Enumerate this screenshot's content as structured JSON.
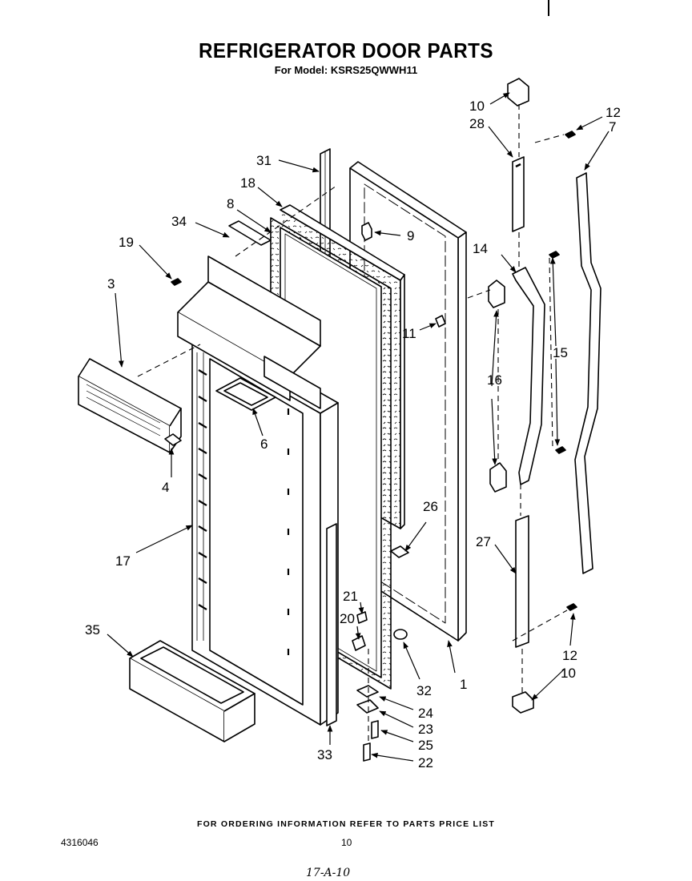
{
  "header": {
    "title": "REFRIGERATOR DOOR PARTS",
    "model": "For Model: KSRS25QWWH11"
  },
  "footer": {
    "ordering_note": "FOR ORDERING INFORMATION REFER TO PARTS PRICE LIST",
    "document_number": "4316046",
    "page_number": "10",
    "handwritten_note": "17-A-10"
  },
  "part_labels": {
    "p1": "1",
    "p3": "3",
    "p4": "4",
    "p6": "6",
    "p7": "7",
    "p8": "8",
    "p9": "9",
    "p10_top": "10",
    "p10_bottom": "10",
    "p11": "11",
    "p12_top": "12",
    "p12_bottom": "12",
    "p14": "14",
    "p15": "15",
    "p16": "16",
    "p17": "17",
    "p18": "18",
    "p19": "19",
    "p20": "20",
    "p21": "21",
    "p22": "22",
    "p23": "23",
    "p24": "24",
    "p25": "25",
    "p26": "26",
    "p27": "27",
    "p28": "28",
    "p31": "31",
    "p32": "32",
    "p33": "33",
    "p34": "34",
    "p35": "35"
  },
  "colors": {
    "ink": "#000000",
    "paper": "#ffffff"
  }
}
